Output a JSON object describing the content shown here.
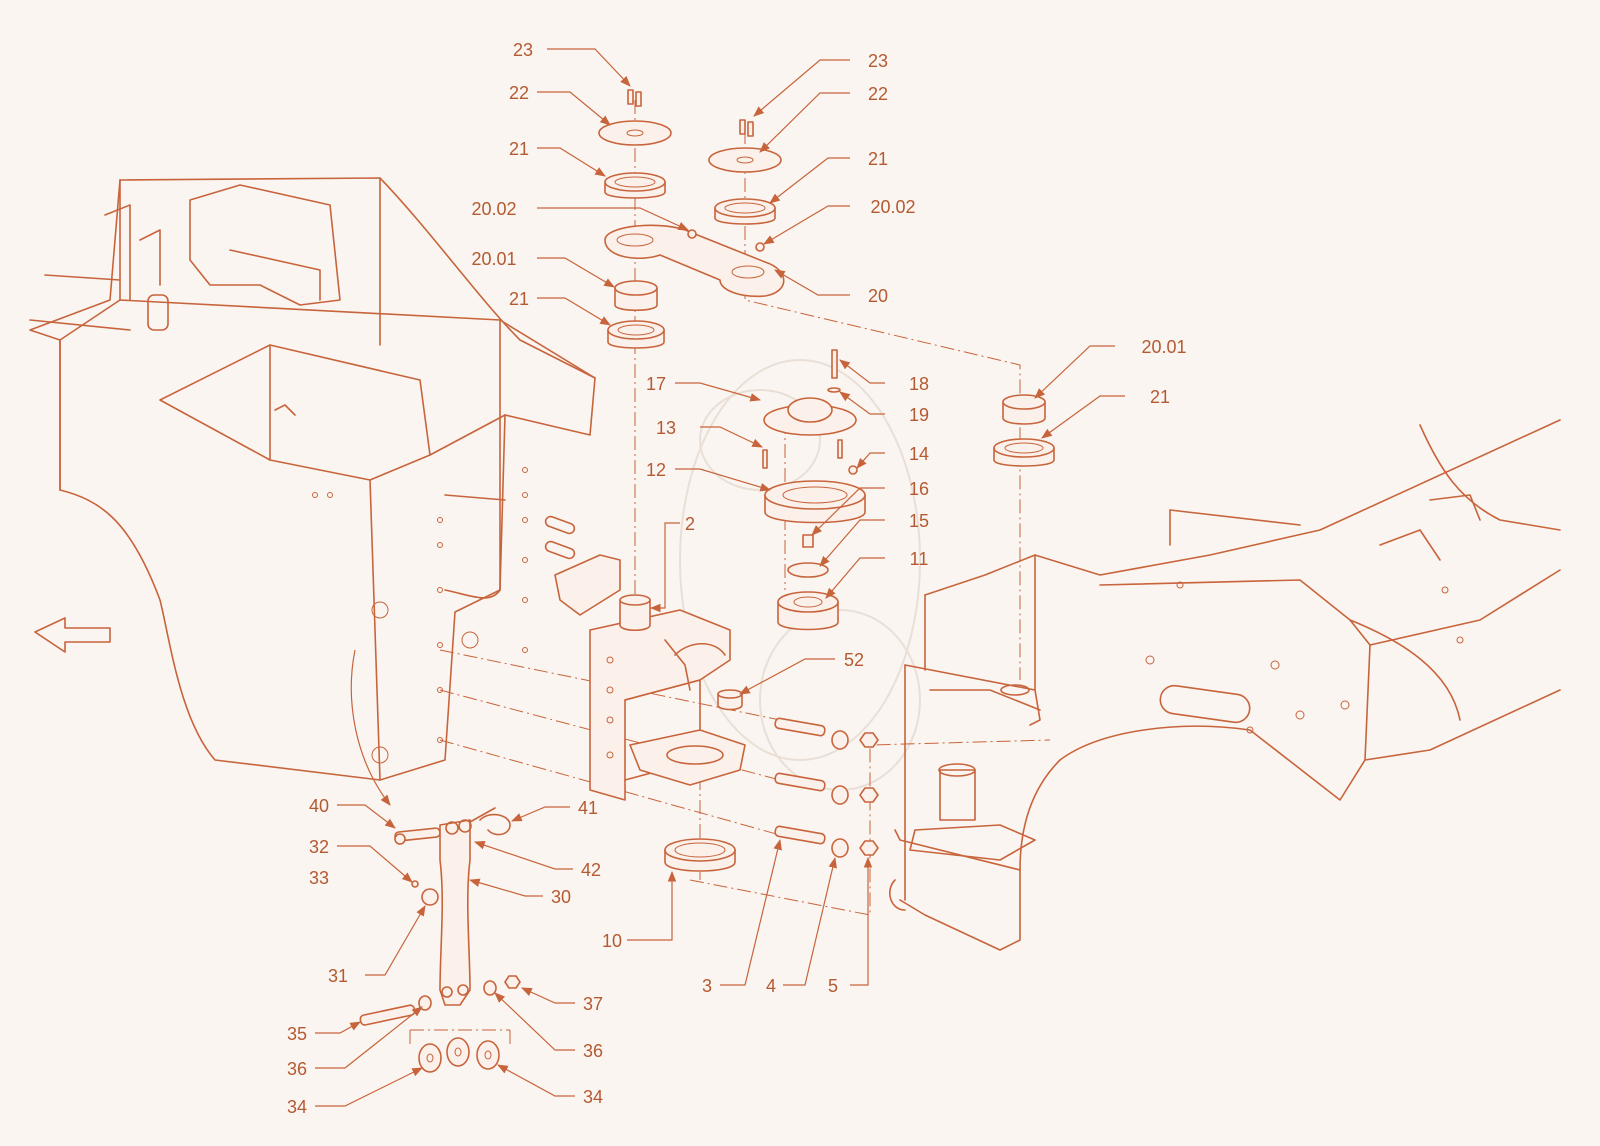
{
  "diagram": {
    "accent_color": "#c8643c",
    "background_color": "#faf5f0",
    "callouts": [
      {
        "id": "c23a",
        "label": "23"
      },
      {
        "id": "c22a",
        "label": "22"
      },
      {
        "id": "c21a",
        "label": "21"
      },
      {
        "id": "c2002a",
        "label": "20.02"
      },
      {
        "id": "c2001a",
        "label": "20.01"
      },
      {
        "id": "c21b",
        "label": "21"
      },
      {
        "id": "c23b",
        "label": "23"
      },
      {
        "id": "c22b",
        "label": "22"
      },
      {
        "id": "c21c",
        "label": "21"
      },
      {
        "id": "c2002b",
        "label": "20.02"
      },
      {
        "id": "c20",
        "label": "20"
      },
      {
        "id": "c2001b",
        "label": "20.01"
      },
      {
        "id": "c21d",
        "label": "21"
      },
      {
        "id": "c18",
        "label": "18"
      },
      {
        "id": "c17",
        "label": "17"
      },
      {
        "id": "c19",
        "label": "19"
      },
      {
        "id": "c13",
        "label": "13"
      },
      {
        "id": "c14",
        "label": "14"
      },
      {
        "id": "c12",
        "label": "12"
      },
      {
        "id": "c16",
        "label": "16"
      },
      {
        "id": "c15",
        "label": "15"
      },
      {
        "id": "c2",
        "label": "2"
      },
      {
        "id": "c11",
        "label": "11"
      },
      {
        "id": "c52",
        "label": "52"
      },
      {
        "id": "c40",
        "label": "40"
      },
      {
        "id": "c41",
        "label": "41"
      },
      {
        "id": "c42",
        "label": "42"
      },
      {
        "id": "c32",
        "label": "32"
      },
      {
        "id": "c33",
        "label": "33"
      },
      {
        "id": "c30",
        "label": "30"
      },
      {
        "id": "c31",
        "label": "31"
      },
      {
        "id": "c10",
        "label": "10"
      },
      {
        "id": "c3",
        "label": "3"
      },
      {
        "id": "c4",
        "label": "4"
      },
      {
        "id": "c5",
        "label": "5"
      },
      {
        "id": "c37",
        "label": "37"
      },
      {
        "id": "c35",
        "label": "35"
      },
      {
        "id": "c36a",
        "label": "36"
      },
      {
        "id": "c36b",
        "label": "36"
      },
      {
        "id": "c34a",
        "label": "34"
      },
      {
        "id": "c34b",
        "label": "34"
      }
    ]
  }
}
